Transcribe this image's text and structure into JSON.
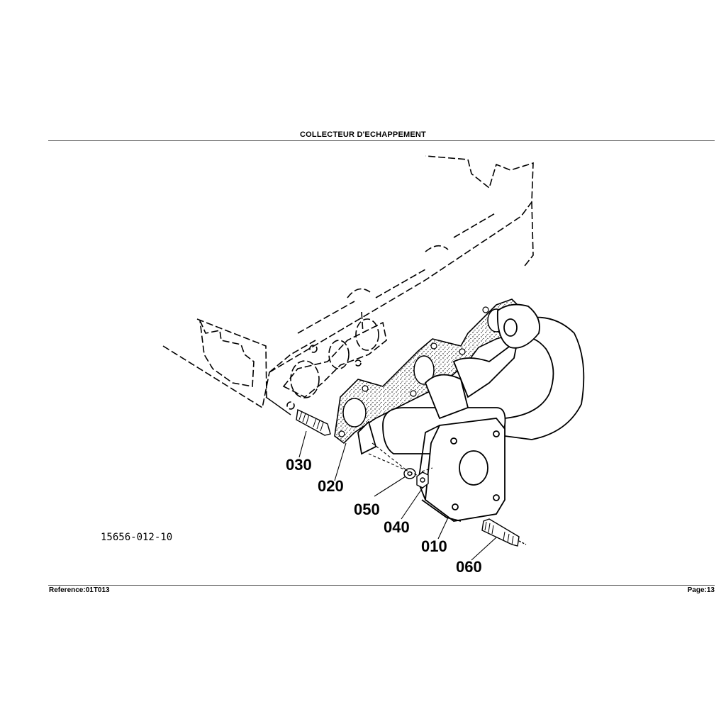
{
  "header": {
    "title": "COLLECTEUR D'ECHAPPEMENT"
  },
  "footer": {
    "reference": "Reference:01T013",
    "page": "Page:13"
  },
  "diagram": {
    "drawing_number": "15656-012-10",
    "callouts": [
      {
        "id": "010",
        "label": "010"
      },
      {
        "id": "020",
        "label": "020"
      },
      {
        "id": "030",
        "label": "030"
      },
      {
        "id": "040",
        "label": "040"
      },
      {
        "id": "050",
        "label": "050"
      },
      {
        "id": "060",
        "label": "060"
      }
    ]
  }
}
